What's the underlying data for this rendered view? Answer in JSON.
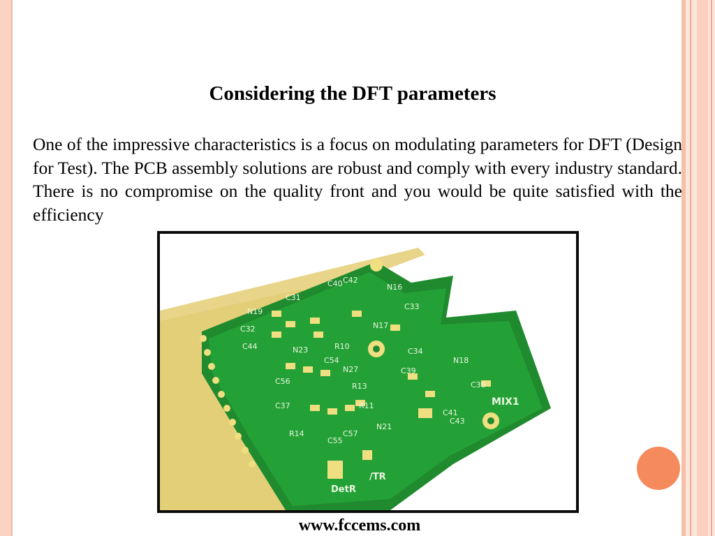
{
  "slide": {
    "title": "Considering the DFT parameters",
    "body": "One of the impressive characteristics is a focus on modulating parameters for DFT (Design for Test). The PCB assembly solutions are robust and comply with every industry standard. There is no compromise on the quality front and you would be quite satisfied with the efficiency",
    "footer": "www.fccems.com",
    "accent_color": "#f58a5c",
    "border_color": "#fbd3c3"
  },
  "pcb_image": {
    "labels": [
      "N19",
      "C31",
      "C40",
      "C42",
      "N16",
      "C33",
      "C32",
      "C44",
      "N17",
      "N23",
      "R10",
      "C54",
      "N27",
      "C56",
      "R13",
      "C34",
      "C39",
      "N18",
      "C36",
      "C37",
      "R11",
      "C41",
      "C43",
      "MIX1",
      "R14",
      "C55",
      "C57",
      "N21",
      "DetR",
      "/TR"
    ]
  }
}
